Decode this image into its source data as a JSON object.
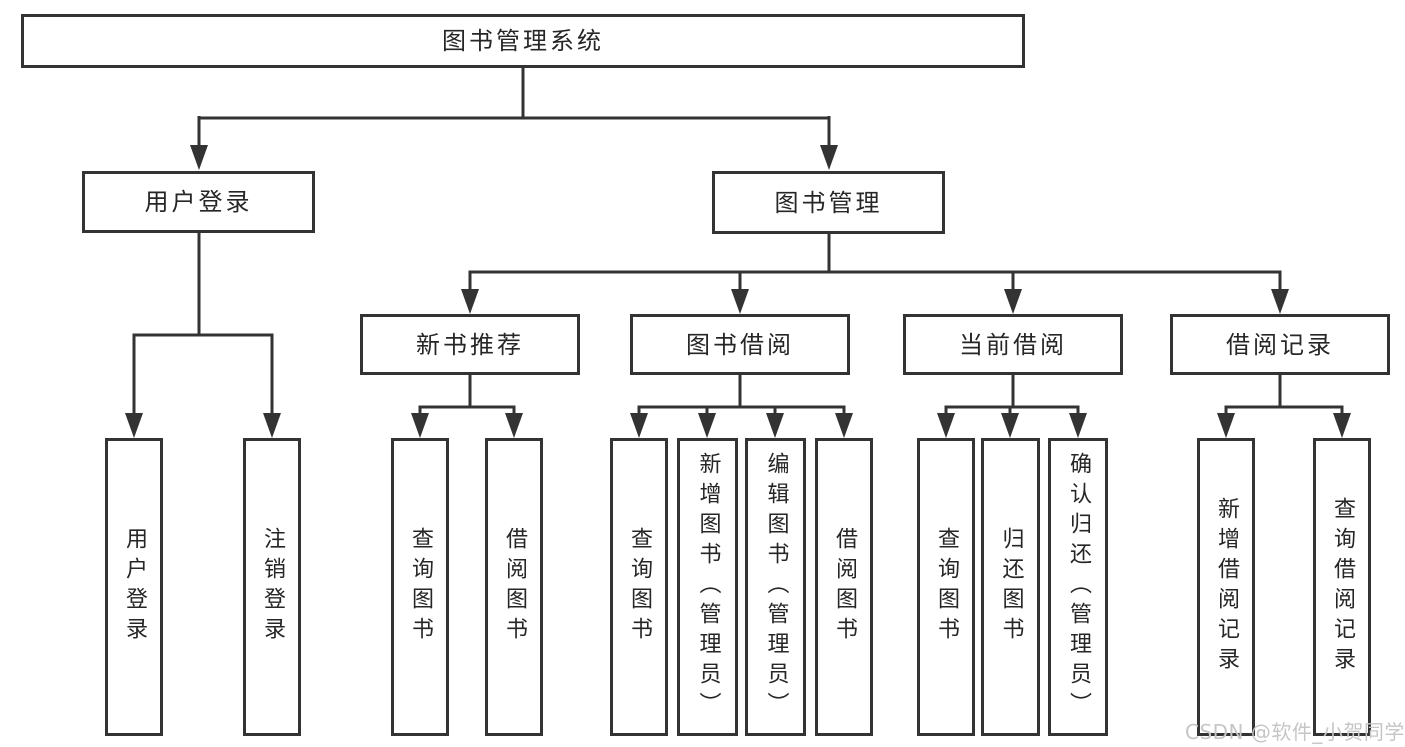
{
  "diagram": {
    "type": "hierarchy-tree",
    "nodes": {
      "root": "图书管理系统",
      "user_login": "用户登录",
      "book_management": "图书管理",
      "new_book_recommend": "新书推荐",
      "book_borrow": "图书借阅",
      "current_borrow": "当前借阅",
      "borrow_record": "借阅记录",
      "leaf_user_login": "用户登录",
      "leaf_logout": "注销登录",
      "leaf_query_book_1": "查询图书",
      "leaf_borrow_book_1": "借阅图书",
      "leaf_query_book_2": "查询图书",
      "leaf_add_book_admin": "新增图书（管理员）",
      "leaf_edit_book_admin": "编辑图书（管理员）",
      "leaf_borrow_book_2": "借阅图书",
      "leaf_query_book_3": "查询图书",
      "leaf_return_book": "归还图书",
      "leaf_confirm_return_admin": "确认归还（管理员）",
      "leaf_add_borrow_record": "新增借阅记录",
      "leaf_query_borrow_record": "查询借阅记录"
    },
    "edges": [
      [
        "图书管理系统",
        "用户登录"
      ],
      [
        "图书管理系统",
        "图书管理"
      ],
      [
        "用户登录",
        "用户登录"
      ],
      [
        "用户登录",
        "注销登录"
      ],
      [
        "图书管理",
        "新书推荐"
      ],
      [
        "图书管理",
        "图书借阅"
      ],
      [
        "图书管理",
        "当前借阅"
      ],
      [
        "图书管理",
        "借阅记录"
      ],
      [
        "新书推荐",
        "查询图书"
      ],
      [
        "新书推荐",
        "借阅图书"
      ],
      [
        "图书借阅",
        "查询图书"
      ],
      [
        "图书借阅",
        "新增图书（管理员）"
      ],
      [
        "图书借阅",
        "编辑图书（管理员）"
      ],
      [
        "图书借阅",
        "借阅图书"
      ],
      [
        "当前借阅",
        "查询图书"
      ],
      [
        "当前借阅",
        "归还图书"
      ],
      [
        "当前借阅",
        "确认归还（管理员）"
      ],
      [
        "借阅记录",
        "新增借阅记录"
      ],
      [
        "借阅记录",
        "查询借阅记录"
      ]
    ]
  },
  "watermark": "CSDN @软件_小贺同学",
  "colors": {
    "line": "#333333",
    "box_fill": "#ffffff",
    "text": "#262626",
    "watermark": "#c6c6c6",
    "background": "#ffffff"
  }
}
